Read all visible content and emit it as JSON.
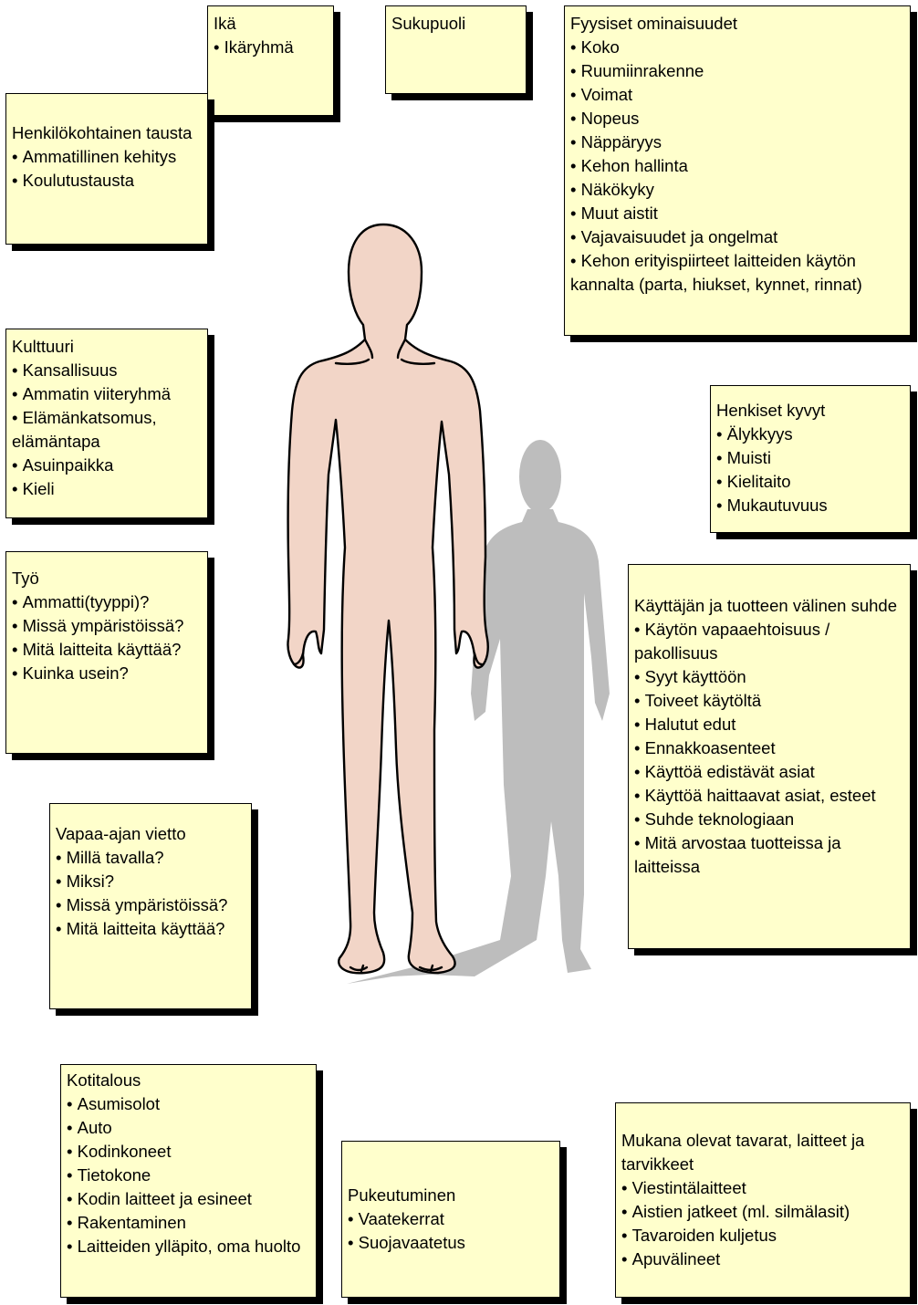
{
  "notes": {
    "ika": {
      "title": "Ikä",
      "items": [
        "Ikäryhmä"
      ]
    },
    "sukupuoli": {
      "title": "Sukupuoli",
      "items": []
    },
    "fyysiset": {
      "title": "Fyysiset ominaisuudet",
      "items": [
        "Koko",
        "Ruumiinrakenne",
        "Voimat",
        "Nopeus",
        "Näppäryys",
        "Kehon hallinta",
        "Näkökyky",
        "Muut aistit",
        "Vajavaisuudet ja ongelmat",
        "Kehon erityispiirteet laitteiden käytön kannalta (parta, hiukset, kynnet, rinnat)"
      ]
    },
    "tausta": {
      "title": "Henkilökohtainen tausta",
      "items": [
        "Ammatillinen kehitys",
        "Koulutustausta"
      ]
    },
    "kulttuuri": {
      "title": "Kulttuuri",
      "items": [
        "Kansallisuus",
        "Ammatin viiteryhmä",
        "Elämänkatsomus, elämäntapa",
        "Asuinpaikka",
        "Kieli"
      ]
    },
    "henkiset": {
      "title": "Henkiset kyvyt",
      "items": [
        "Älykkyys",
        "Muisti",
        "Kielitaito",
        "Mukautuvuus"
      ]
    },
    "tyo": {
      "title": "Työ",
      "items": [
        "Ammatti(tyyppi)?",
        "Missä ympäristöissä?",
        "Mitä laitteita käyttää?",
        "Kuinka usein?"
      ]
    },
    "suhde": {
      "title": "Käyttäjän ja tuotteen välinen suhde",
      "items": [
        "Käytön vapaaehtoisuus / pakollisuus",
        "Syyt käyttöön",
        "Toiveet käytöltä",
        "Halutut edut",
        "Ennakkoasenteet",
        "Käyttöä edistävät asiat",
        "Käyttöä haittaavat asiat, esteet",
        "Suhde teknologiaan",
        "Mitä arvostaa tuotteissa ja laitteissa"
      ]
    },
    "vapaa": {
      "title": "Vapaa-ajan vietto",
      "items": [
        "Millä tavalla?",
        "Miksi?",
        "Missä ympäristöissä?",
        "Mitä laitteita käyttää?"
      ]
    },
    "kotitalous": {
      "title": "Kotitalous",
      "items": [
        "Asumisolot",
        "Auto",
        "Kodinkoneet",
        "Tietokone",
        "Kodin laitteet ja esineet",
        "Rakentaminen",
        "Laitteiden ylläpito, oma huolto"
      ]
    },
    "pukeutuminen": {
      "title": "Pukeutuminen",
      "items": [
        "Vaatekerrat",
        "Suojavaatetus"
      ]
    },
    "mukana": {
      "title": "Mukana olevat tavarat, laitteet ja tarvikkeet",
      "items": [
        "Viestintälaitteet",
        "Aistien jatkeet (ml. silmälasit)",
        "Tavaroiden kuljetus",
        "Apuvälineet"
      ]
    }
  },
  "colors": {
    "note_fill": "#ffffcc",
    "skin": "#f2d5c7",
    "shadow": "#bdbdbd"
  }
}
